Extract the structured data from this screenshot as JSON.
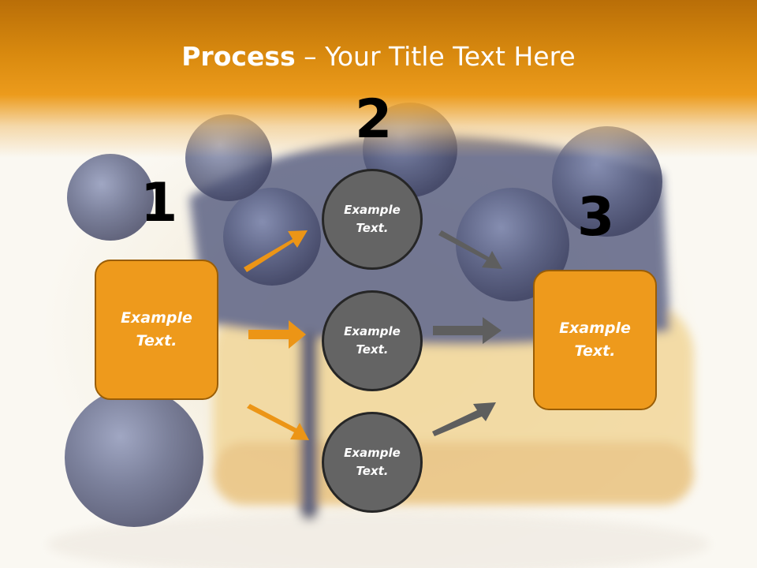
{
  "slide": {
    "title_bold": "Process",
    "title_rest": " – Your Title Text Here",
    "numbers": {
      "one": "1",
      "two": "2",
      "three": "3"
    },
    "left_box": {
      "line1": "Example",
      "line2": "Text."
    },
    "right_box": {
      "line1": "Example",
      "line2": "Text."
    },
    "circles": [
      {
        "line1": "Example",
        "line2": "Text."
      },
      {
        "line1": "Example",
        "line2": "Text."
      },
      {
        "line1": "Example",
        "line2": "Text."
      }
    ]
  },
  "colors": {
    "header": "#e08f14",
    "orange_box": "#ee9a1c",
    "orange_arrow": "#ec9516",
    "gray_circle": "#646464",
    "gray_arrow": "#5e5e5e"
  }
}
